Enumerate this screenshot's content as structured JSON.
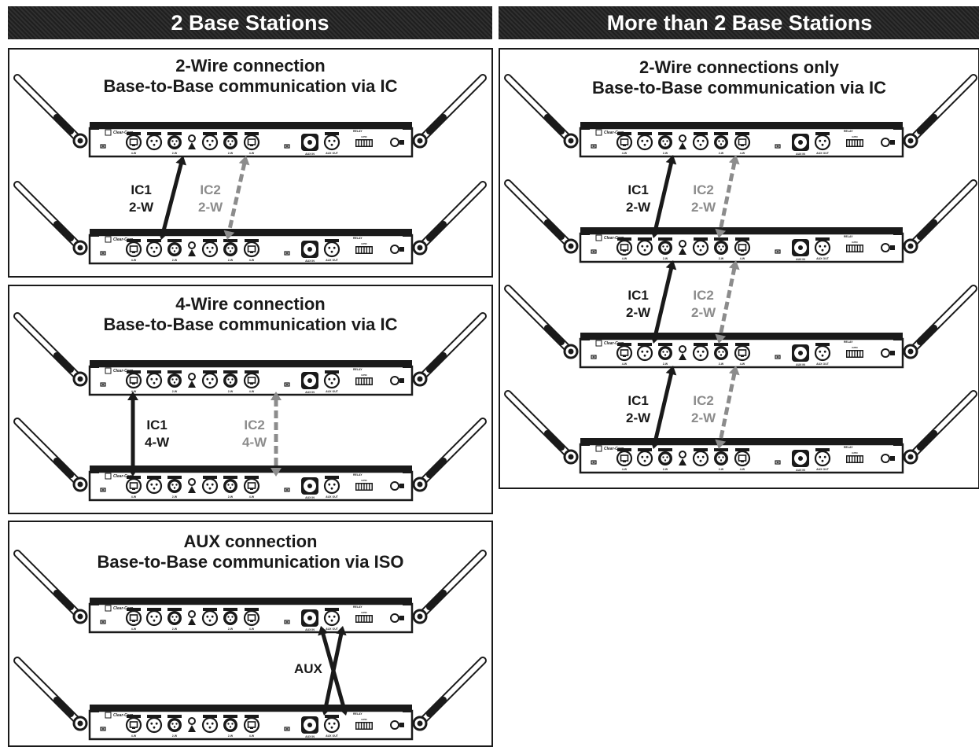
{
  "headers": {
    "left": "2 Base Stations",
    "right": "More than 2 Base Stations"
  },
  "panels": {
    "p1": {
      "title1": "2-Wire connection",
      "title2": "Base-to-Base communication via IC",
      "left_label1": "IC1",
      "left_label2": "2-W",
      "right_label1": "IC2",
      "right_label2": "2-W"
    },
    "p2": {
      "title1": "4-Wire connection",
      "title2": "Base-to-Base communication via IC",
      "left_label1": "IC1",
      "left_label2": "4-W",
      "right_label1": "IC2",
      "right_label2": "4-W"
    },
    "p3": {
      "title1": "AUX connection",
      "title2": "Base-to-Base communication via ISO",
      "aux_label": "AUX"
    },
    "p4": {
      "title1": "2-Wire connections only",
      "title2": "Base-to-Base communication via IC",
      "link_labels": [
        {
          "left1": "IC1",
          "left2": "2-W",
          "right1": "IC2",
          "right2": "2-W"
        },
        {
          "left1": "IC1",
          "left2": "2-W",
          "right1": "IC2",
          "right2": "2-W"
        },
        {
          "left1": "IC1",
          "left2": "2-W",
          "right1": "IC2",
          "right2": "2-W"
        }
      ]
    }
  },
  "device": {
    "brand": "Clear-Com",
    "port_labels": {
      "p4w": "4-W",
      "p2w": "2-W",
      "aux_in": "AUX IN",
      "aux_out": "AUX OUT",
      "relay": "RELAY",
      "gpio": "GPIO"
    }
  },
  "colors": {
    "dark": "#1a1a1a",
    "gray": "#8c8c8c",
    "header": "#262626"
  }
}
